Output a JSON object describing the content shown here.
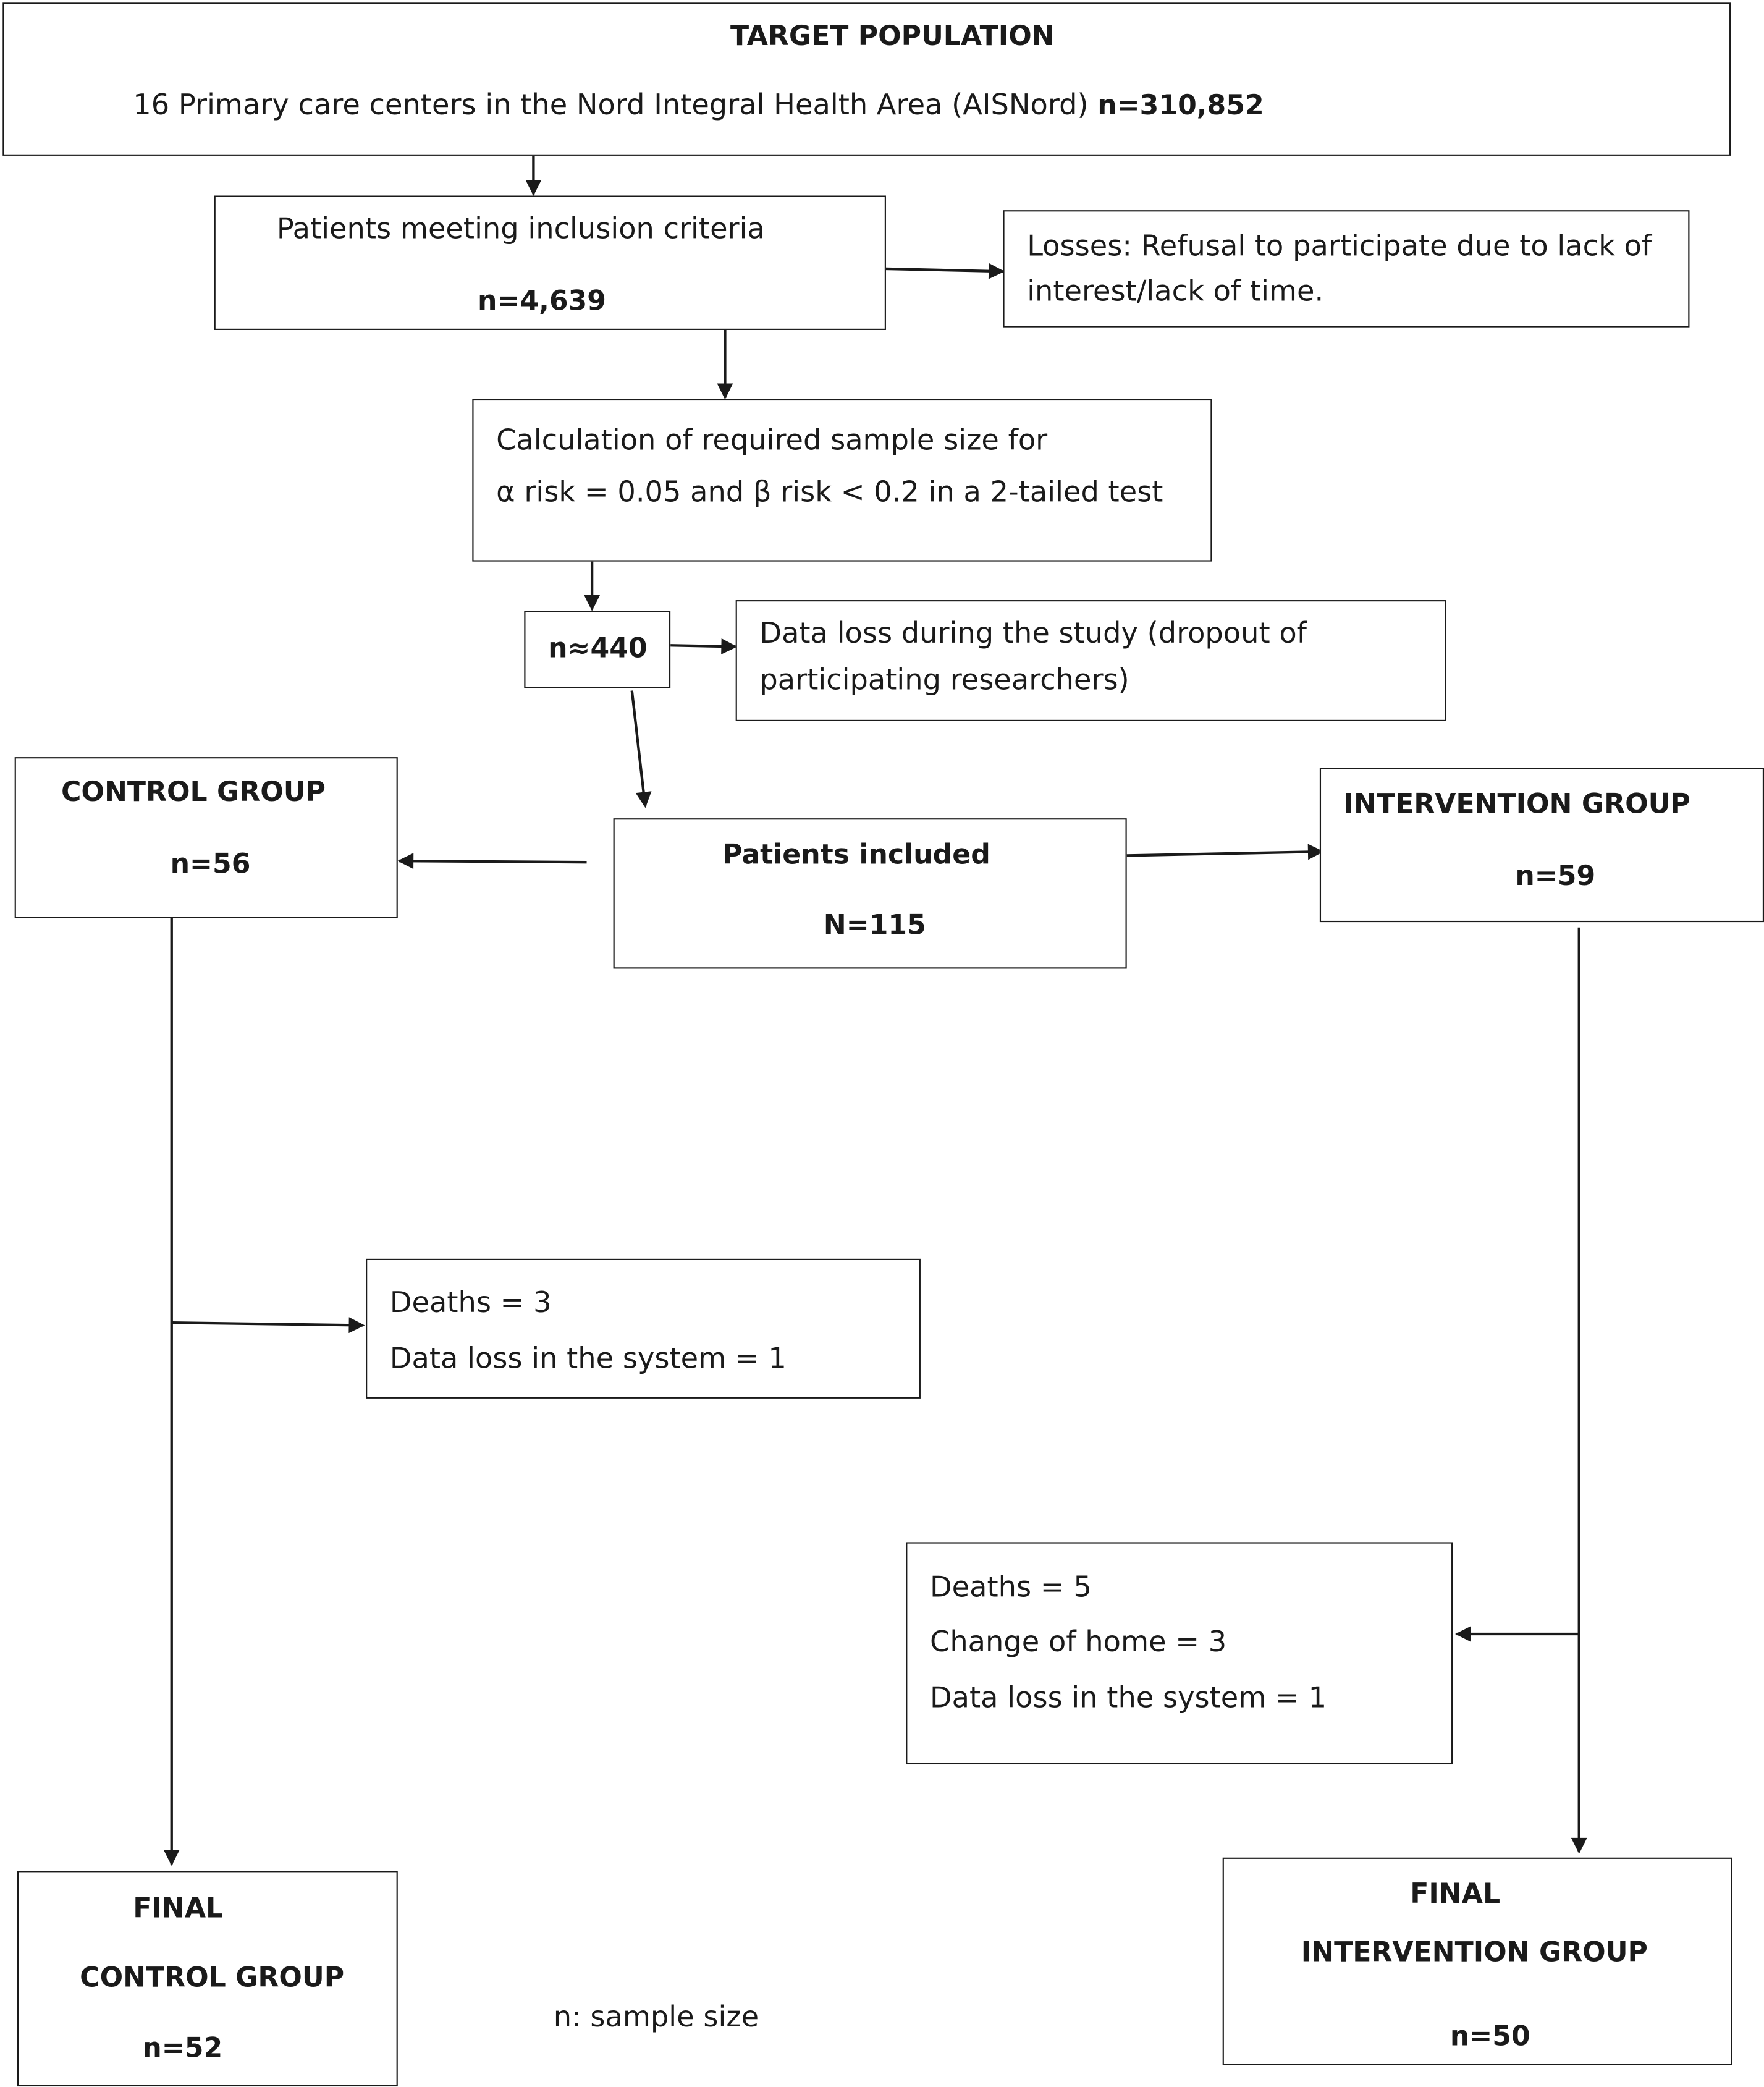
{
  "target": {
    "title": "TARGET POPULATION",
    "line": "16 Primary care centers in the Nord Integral Health Area (AISNord) ",
    "count": "n=310,852"
  },
  "inclusion": {
    "label": "Patients meeting inclusion criteria",
    "count": "n=4,639"
  },
  "losses": {
    "line1": "Losses: Refusal to participate due to lack of",
    "line2": "interest/lack of time."
  },
  "sample_size": {
    "line1": "Calculation of required sample size for",
    "line2": "α risk = 0.05 and β risk < 0.2 in a 2-tailed test"
  },
  "required": {
    "count": "n≈440"
  },
  "data_loss": {
    "line1": "Data loss during the study (dropout of",
    "line2": "participating researchers)"
  },
  "control": {
    "title": "CONTROL GROUP",
    "count": "n=56"
  },
  "included": {
    "title": "Patients included",
    "count": "N=115"
  },
  "intervention": {
    "title": "INTERVENTION GROUP",
    "count": "n=59"
  },
  "control_losses": {
    "line1": "Deaths = 3",
    "line2": "Data loss in the system = 1"
  },
  "intervention_losses": {
    "line1": "Deaths = 5",
    "line2": "Change of home = 3",
    "line3": "Data loss in the system = 1"
  },
  "final_control": {
    "line1": "FINAL",
    "line2": "CONTROL GROUP",
    "count": "n=52"
  },
  "final_intervention": {
    "line1": "FINAL",
    "line2": "INTERVENTION GROUP",
    "count": "n=50"
  },
  "footnote": "n: sample size"
}
